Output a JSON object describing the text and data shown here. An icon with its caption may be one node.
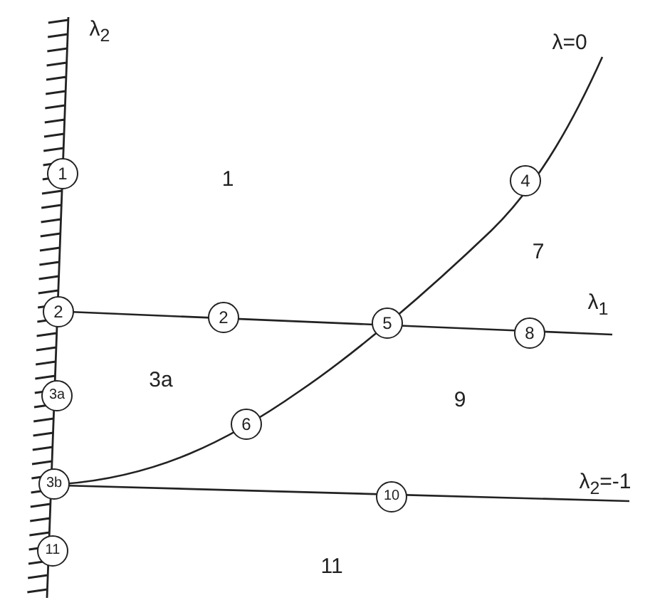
{
  "diagram": {
    "nodes": [
      {
        "text": [
          "1"
        ]
      },
      {
        "text": [
          "4"
        ]
      },
      {
        "text": [
          "2"
        ]
      },
      {
        "text": [
          "2"
        ]
      },
      {
        "text": [
          "5"
        ]
      },
      {
        "text": [
          "8"
        ]
      },
      {
        "text": [
          "3a"
        ]
      },
      {
        "text": [
          "6"
        ]
      },
      {
        "text": [
          "3b"
        ]
      },
      {
        "text": [
          "10"
        ]
      },
      {
        "text": [
          "11"
        ]
      }
    ],
    "edges": [],
    "labels": [
      "λ$_{2}$",
      "λ=0",
      "1",
      "7",
      "λ$_{1}$",
      "3a",
      "9",
      "λ$_{2}$=-1",
      "11"
    ]
  }
}
